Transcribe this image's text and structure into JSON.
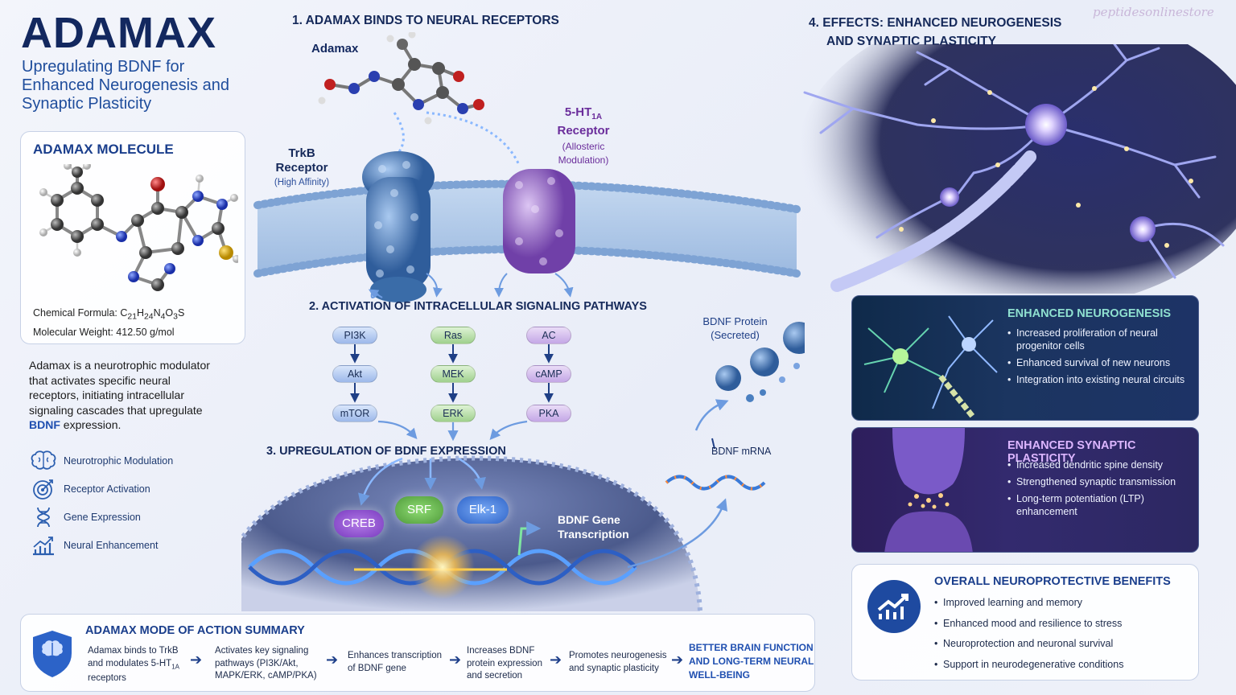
{
  "header": {
    "title": "ADAMAX",
    "subtitle": "Upregulating BDNF for Enhanced Neurogenesis and Synaptic Plasticity",
    "watermark": "peptidesonlinestore"
  },
  "molecule_card": {
    "heading": "ADAMAX MOLECULE",
    "formula_label": "Chemical Formula: ",
    "formula": [
      "C",
      "21",
      "H",
      "24",
      "N",
      "4",
      "O",
      "3",
      "S"
    ],
    "weight": "Molecular Weight: 412.50 g/mol"
  },
  "description": {
    "text_before": "Adamax is a neurotrophic modulator that activates specific neural receptors, initiating intracellular signaling cascades that upregulate ",
    "highlight": "BDNF",
    "text_after": " expression."
  },
  "features": [
    {
      "label": "Neurotrophic Modulation",
      "icon": "brain-icon"
    },
    {
      "label": "Receptor Activation",
      "icon": "target-icon"
    },
    {
      "label": "Gene Expression",
      "icon": "dna-icon"
    },
    {
      "label": "Neural Enhancement",
      "icon": "chart-up-icon"
    }
  ],
  "step1": {
    "heading": "1. ADAMAX BINDS TO NEURAL RECEPTORS",
    "ligand_label": "Adamax",
    "trkb_name": "TrkB",
    "trkb_name2": "Receptor",
    "trkb_note": "(High Affinity)",
    "ht_name": "5-HT",
    "ht_sub": "1A",
    "ht_name2": "Receptor",
    "ht_note1": "(Allosteric",
    "ht_note2": "Modulation)"
  },
  "step2": {
    "heading": "2. ACTIVATION OF INTRACELLULAR SIGNALING PATHWAYS",
    "pathways": [
      {
        "nodes": [
          "PI3K",
          "Akt",
          "mTOR"
        ],
        "color": "#9cb8ea"
      },
      {
        "nodes": [
          "Ras",
          "MEK",
          "ERK"
        ],
        "color": "#9fd08d"
      },
      {
        "nodes": [
          "AC",
          "cAMP",
          "PKA"
        ],
        "color": "#c4a7e6"
      }
    ]
  },
  "step3": {
    "heading": "3. UPREGULATION OF BDNF EXPRESSION",
    "factors": [
      {
        "label": "CREB",
        "color": "#9b5ed1"
      },
      {
        "label": "SRF",
        "color": "#63b04f"
      },
      {
        "label": "Elk-1",
        "color": "#3d79d9"
      }
    ],
    "transcription1": "BDNF Gene",
    "transcription2": "Transcription",
    "mrna_label": "BDNF mRNA",
    "protein_label1": "BDNF Protein",
    "protein_label2": "(Secreted)"
  },
  "step4": {
    "heading1": "4. EFFECTS: ENHANCED NEUROGENESIS",
    "heading2": "AND SYNAPTIC PLASTICITY"
  },
  "neurogenesis": {
    "heading": "ENHANCED NEUROGENESIS",
    "heading_color": "#8fe0d0",
    "items": [
      "Increased proliferation of neural progenitor cells",
      "Enhanced survival of new neurons",
      "Integration into existing neural circuits"
    ]
  },
  "plasticity": {
    "heading": "ENHANCED SYNAPTIC PLASTICITY",
    "heading_color": "#dcb6ff",
    "items": [
      "Increased dendritic spine density",
      "Strengthened synaptic transmission",
      "Long-term potentiation (LTP) enhancement"
    ]
  },
  "benefits": {
    "heading": "OVERALL NEUROPROTECTIVE BENEFITS",
    "icon": "growth-chart-icon",
    "items": [
      "Improved learning and memory",
      "Enhanced mood and resilience to stress",
      "Neuroprotection and neuronal survival",
      "Support in neurodegenerative conditions"
    ]
  },
  "summary": {
    "heading": "ADAMAX MODE OF ACTION SUMMARY",
    "icon": "brain-shield-icon",
    "step1_a": "Adamax binds to TrkB",
    "step1_b": "and modulates 5-HT",
    "step1_sub": "1A",
    "step1_c": "receptors",
    "step2_lines": [
      "Activates key signaling",
      "pathways (PI3K/Akt,",
      "MAPK/ERK, cAMP/PKA)"
    ],
    "step3_lines": [
      "Enhances transcription",
      "of BDNF gene"
    ],
    "step4_lines": [
      "Increases BDNF",
      "protein expression",
      "and secretion"
    ],
    "step5_lines": [
      "Promotes neurogenesis",
      "and synaptic plasticity"
    ],
    "final_lines": [
      "BETTER BRAIN FUNCTION",
      "AND LONG-TERM NEURAL",
      "WELL-BEING"
    ],
    "arrow": "➔"
  },
  "colors": {
    "navy": "#13285f",
    "accent_blue": "#1f4fb0",
    "trkb_blue": "#4a7fc0",
    "ht_purple": "#8a5cc0"
  }
}
